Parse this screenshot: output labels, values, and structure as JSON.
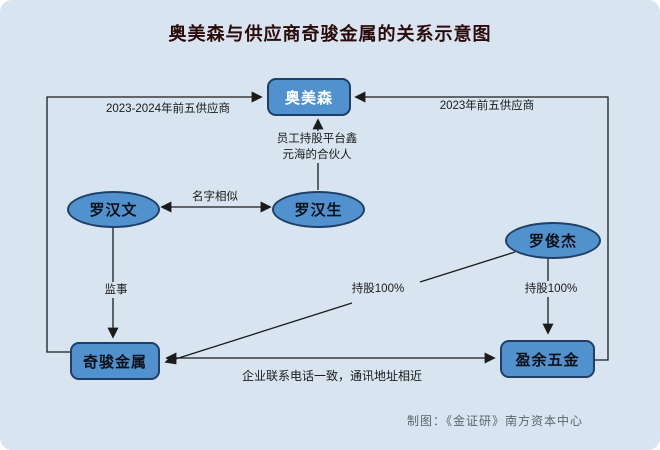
{
  "title": "奥美森与供应商奇骏金属的关系示意图",
  "credit": "制图：《金证研》南方资本中心",
  "colors": {
    "background": "#d8e4f0",
    "node_fill": "#5192ce",
    "node_border": "#1f3f66",
    "node_text_primary": "#ffffff",
    "node_text": "#0d1117",
    "line": "#1b1b1b",
    "title_text": "#2b0a0a",
    "credit_text": "#5b6670"
  },
  "nodes": {
    "aomeisen": {
      "label": "奥美森",
      "shape": "rounded-rect"
    },
    "luohanwen": {
      "label": "罗汉文",
      "shape": "ellipse"
    },
    "luohansheng": {
      "label": "罗汉生",
      "shape": "ellipse"
    },
    "luojunjie": {
      "label": "罗俊杰",
      "shape": "ellipse"
    },
    "qijun": {
      "label": "奇骏金属",
      "shape": "rounded-rect"
    },
    "yingyu": {
      "label": "盈余五金",
      "shape": "rounded-rect"
    }
  },
  "edge_labels": {
    "left_supplier": "2023-2024年前五供应商",
    "right_supplier": "2023年前五供应商",
    "esop_line1": "员工持股平台鑫",
    "esop_line2": "元海的合伙人",
    "similar_name": "名字相似",
    "supervisor": "监事",
    "holding_diagonal": "持股100%",
    "holding_vertical": "持股100%",
    "contact": "企业联系电话一致，通讯地址相近"
  },
  "edges": [
    {
      "from": "奇骏金属",
      "to": "奥美森",
      "label": "2023-2024年前五供应商",
      "direction": "one-way"
    },
    {
      "from": "盈余五金",
      "to": "奥美森",
      "label": "2023年前五供应商",
      "direction": "one-way"
    },
    {
      "from": "罗汉生",
      "to": "奥美森",
      "label": "员工持股平台鑫元海的合伙人",
      "direction": "one-way"
    },
    {
      "from": "罗汉文",
      "to": "罗汉生",
      "label": "名字相似",
      "direction": "two-way"
    },
    {
      "from": "罗汉文",
      "to": "奇骏金属",
      "label": "监事",
      "direction": "one-way"
    },
    {
      "from": "罗俊杰",
      "to": "奇骏金属",
      "label": "持股100%",
      "direction": "one-way"
    },
    {
      "from": "罗俊杰",
      "to": "盈余五金",
      "label": "持股100%",
      "direction": "one-way"
    },
    {
      "from": "奇骏金属",
      "to": "盈余五金",
      "label": "企业联系电话一致，通讯地址相近",
      "direction": "two-way"
    }
  ]
}
